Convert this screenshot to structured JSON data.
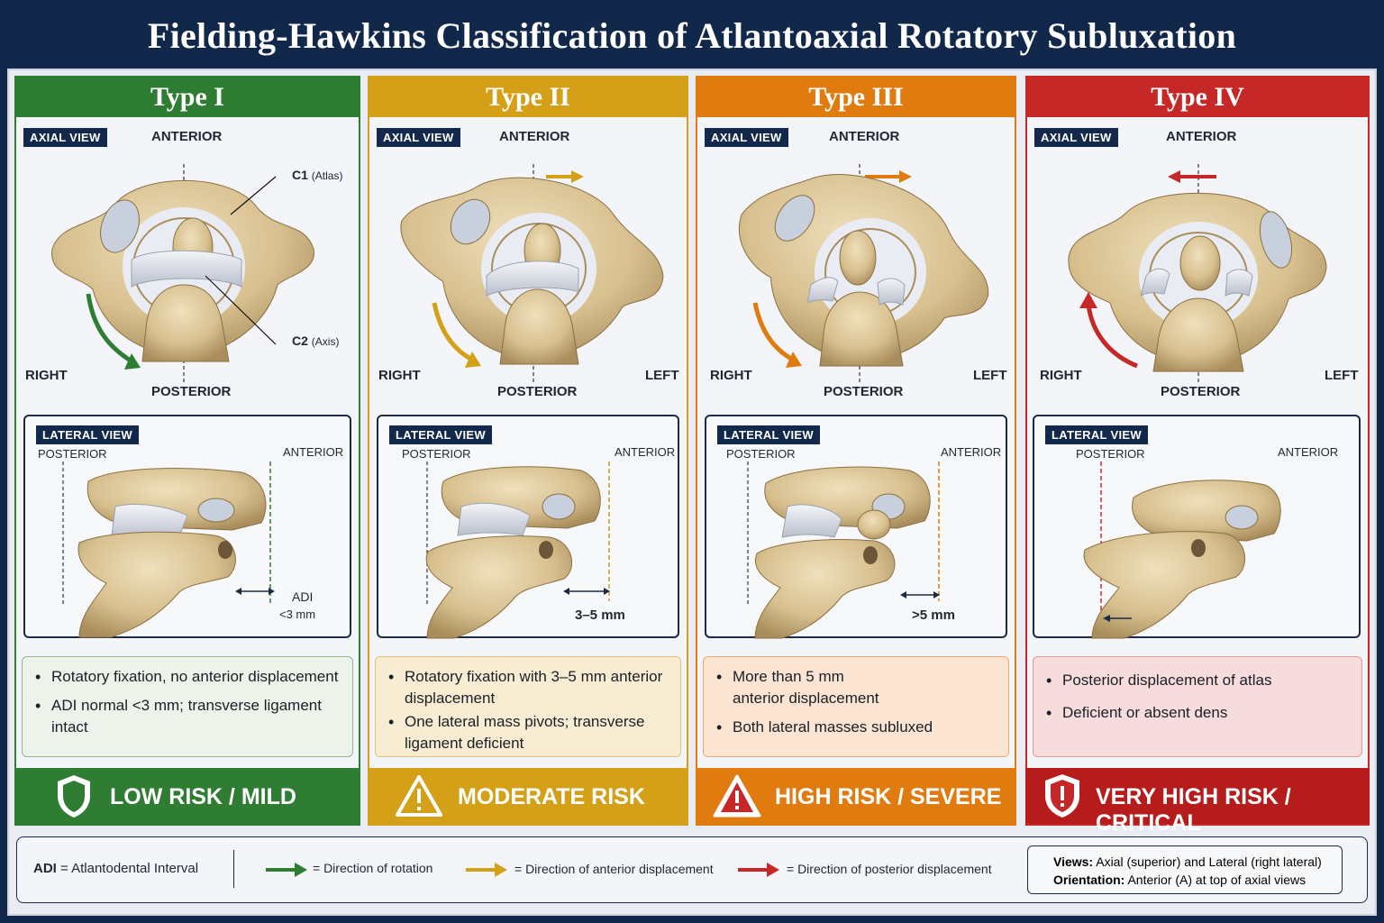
{
  "title": "Fielding-Hawkins Classification of Atlantoaxial Rotatory Subluxation",
  "common": {
    "axial_tag": "AXIAL VIEW",
    "lateral_tag": "LATERAL VIEW",
    "anterior": "ANTERIOR",
    "posterior": "POSTERIOR",
    "right": "RIGHT",
    "left": "LEFT",
    "c1_label": "C1",
    "c1_sub": "(Atlas)",
    "c2_label": "C2",
    "c2_sub": "(Axis)"
  },
  "types": [
    {
      "name": "Type I",
      "color": "#2e7d32",
      "adi_label": "ADI",
      "adi_value": "<3 mm",
      "bullets": [
        "Rotatory fixation, no anterior displacement",
        "ADI normal <3 mm; transverse ligament intact"
      ],
      "risk": "LOW RISK / MILD",
      "risk_icon": "shield-icon"
    },
    {
      "name": "Type II",
      "color": "#d4a017",
      "measure": "3–5 mm",
      "bullets": [
        "Rotatory fixation with 3–5 mm anterior displacement",
        "One lateral mass pivots; transverse ligament deficient"
      ],
      "risk": "MODERATE RISK",
      "risk_icon": "warning-icon"
    },
    {
      "name": "Type III",
      "color": "#e07b10",
      "measure": ">5 mm",
      "bullets": [
        "More than 5 mm anterior displacement",
        "Both lateral masses subluxed"
      ],
      "risk": "HIGH RISK / SEVERE",
      "risk_icon": "alert-icon"
    },
    {
      "name": "Type IV",
      "color": "#c62828",
      "bullets": [
        "Posterior displacement of atlas",
        "Deficient or absent dens"
      ],
      "risk": "VERY HIGH RISK / CRITICAL",
      "risk_icon": "shield-alert-icon"
    }
  ],
  "legend": {
    "adi_abbr": "ADI",
    "adi_def": "= Atlantodental Interval",
    "rotation": "= Direction of rotation",
    "anterior_disp": "= Direction of anterior displacement",
    "posterior_disp": "= Direction of posterior displacement",
    "rotation_color": "#2e7d32",
    "anterior_color": "#d4a017",
    "posterior_color": "#c62828",
    "views_label": "Views:",
    "views_text": "Axial (superior) and Lateral (right lateral)",
    "orientation_label": "Orientation:",
    "orientation_text": "Anterior (A) at top of axial views"
  }
}
